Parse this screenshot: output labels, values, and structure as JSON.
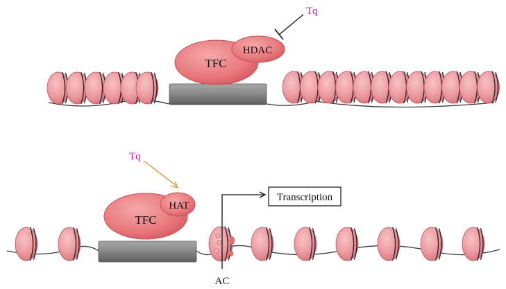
{
  "top_panel": {
    "tfc_label": "TFC",
    "enzyme_label": "HDAC",
    "drug_label": "Tq"
  },
  "bottom_panel": {
    "tfc_label": "TFC",
    "enzyme_label": "HAT",
    "drug_label": "Tq",
    "output_label": "Transcription",
    "acetyl_label": "AC"
  },
  "colors": {
    "nucleosome_fill": "#ec9ba0",
    "nucleosome_dark": "#c55e68",
    "tfc_fill": "#e8777b",
    "drug_text": "#d61b83",
    "activation_arrow": "#e38a3c",
    "promoter_fill": "#8a8a8a"
  }
}
